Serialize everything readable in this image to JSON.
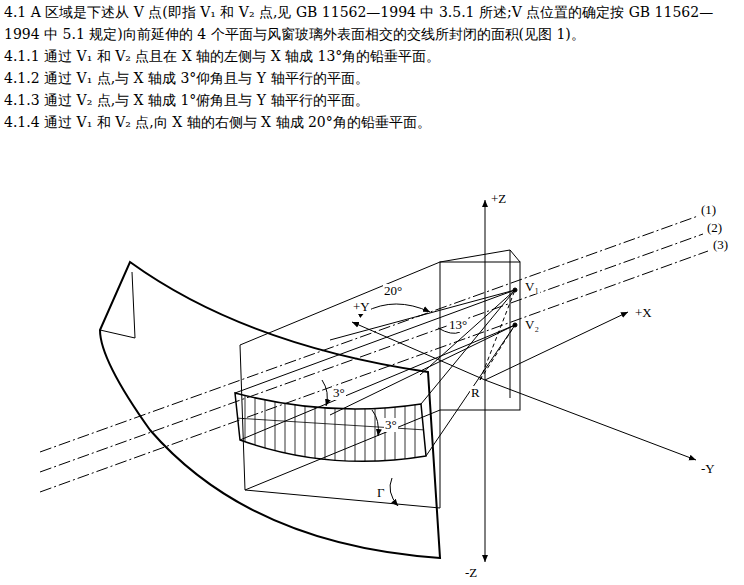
{
  "diagram": {
    "labels": [
      "4.1 A 区域是下述从 V 点(即指 V₁ 和 V₂ 点,见 GB 11562—1994 中 3.5.1 所述;V 点位置的确定按 GB 11562—1994 中 5.1 规定)向前延伸的 4 个平面与风窗玻璃外表面相交的交线所封闭的面积(见图 1)。",
      "4.1.1 通过 V₁ 和 V₂ 点且在 X 轴的左侧与 X 轴成 13°角的铅垂平面。",
      "4.1.2 通过 V₁ 点,与 X 轴成 3°仰角且与 Y 轴平行的平面。",
      "4.1.3 通过 V₂ 点,与 X 轴成 1°俯角且与 Y 轴平行的平面。",
      "4.1.4 通过 V₁ 和 V₂ 点,向 X 轴的右侧与 X 轴成 20°角的铅垂平面。",
      "(1)",
      "(2)",
      "(3)",
      "+Z",
      "-Z",
      "+X",
      "+Y",
      "-Y",
      "V₁",
      "V₂",
      "20°",
      "13°",
      "3°",
      "3°",
      "R",
      "Γ"
    ]
  }
}
